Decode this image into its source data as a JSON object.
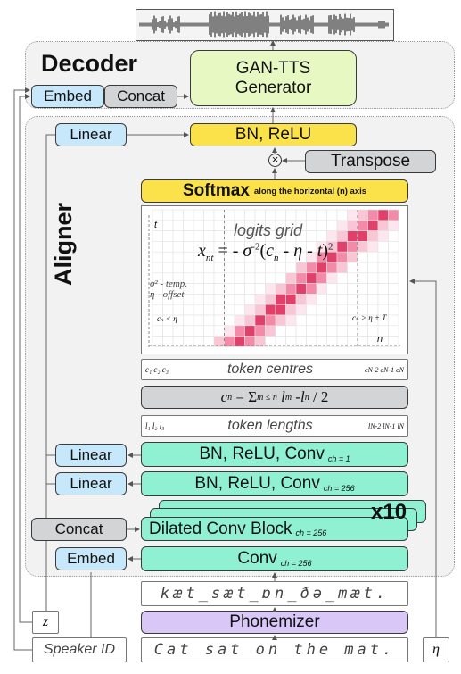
{
  "decoder": {
    "title": "Decoder",
    "generator_line1": "GAN-TTS",
    "generator_line2": "Generator",
    "embed": "Embed",
    "concat": "Concat"
  },
  "aligner": {
    "title": "Aligner",
    "linear_top": "Linear",
    "bn_relu": "BN, ReLU",
    "transpose": "Transpose",
    "softmax": "Softmax",
    "softmax_note": "along the horizontal (n) axis",
    "logits_title": "logits grid",
    "axis_t": "t",
    "axis_n": "n",
    "sigma_note": "σ² - temp.",
    "eta_note": "η - offset",
    "cond_left": "cₙ < η",
    "cond_right": "cₙ > η + T",
    "token_centres": "token centres",
    "token_lengths": "token lengths",
    "centres_left": [
      "c₁",
      "c₂",
      "c₃"
    ],
    "centres_right": [
      "cN-2",
      "cN-1",
      "cN"
    ],
    "lengths_left": [
      "l₁",
      "l₂",
      "l₃"
    ],
    "lengths_right": [
      "lN-2",
      "lN-1",
      "lN"
    ],
    "formula_cn": "cₙ = Σm≤n lm − ln / 2",
    "linear_mid1": "Linear",
    "linear_mid2": "Linear",
    "conv1": "BN, ReLU, Conv",
    "conv1_sub": "ch = 1",
    "conv2": "BN, ReLU, Conv",
    "conv2_sub": "ch = 256",
    "dilated": "Dilated Conv Block",
    "dilated_sub": "ch = 256",
    "repeat": "x10",
    "concat": "Concat",
    "embed": "Embed",
    "conv": "Conv",
    "conv_sub": "ch = 256"
  },
  "inputs": {
    "phonemes": "kæt_sæt_ɒn_ðə_mæt.",
    "phonemizer": "Phonemizer",
    "text": "Cat sat on the mat.",
    "z": "z",
    "speaker": "Speaker ID",
    "eta": "η"
  },
  "colors": {
    "mint": "#8ff0d2",
    "yellow": "#fce24a",
    "gray": "#d2d4d6",
    "blue": "#c7e8fb",
    "violet": "#d9c8f7",
    "lime": "#e8f8c2",
    "pink": "#e8406a"
  }
}
